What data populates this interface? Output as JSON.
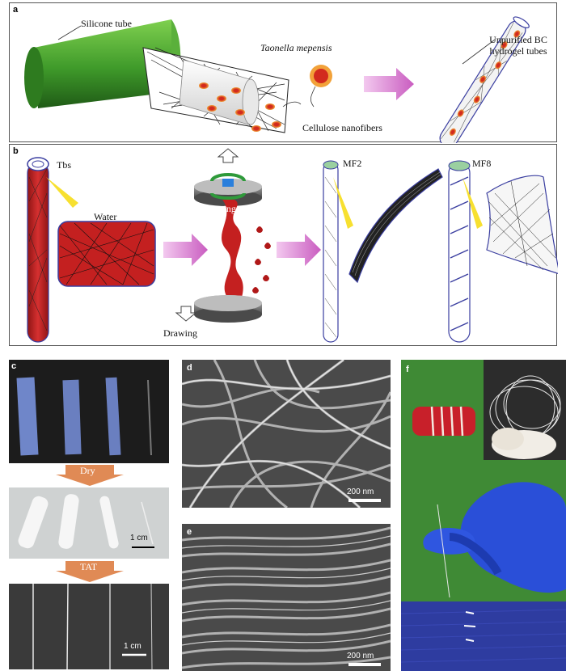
{
  "panels": {
    "a": {
      "label": "a",
      "silicone_tube": "Silicone tube",
      "organism": "Taonella mepensis",
      "nanofibers": "Cellulose nanofibers",
      "product": "Unpurified BC hydrogel tubes"
    },
    "b": {
      "label": "b",
      "tbs": "Tbs",
      "water": "Water",
      "twisting": "Twisting",
      "drawing": "Drawing",
      "mf2": "MF2",
      "mf8": "MF8"
    },
    "c": {
      "label": "c",
      "dry": "Dry",
      "tat": "TAT",
      "scale1": "1 cm",
      "scale2": "1 cm"
    },
    "d": {
      "label": "d",
      "scale": "200 nm"
    },
    "e": {
      "label": "e",
      "scale": "200 nm"
    },
    "f": {
      "label": "f"
    }
  },
  "colors": {
    "tube_green": "#3f9a2a",
    "hydrogel_red": "#c8282a",
    "arrow_pink": "#d77bd2",
    "arrow_orange": "#e08a55",
    "glove_blue": "#2a4fd8",
    "bg_green": "#3f8a35"
  }
}
